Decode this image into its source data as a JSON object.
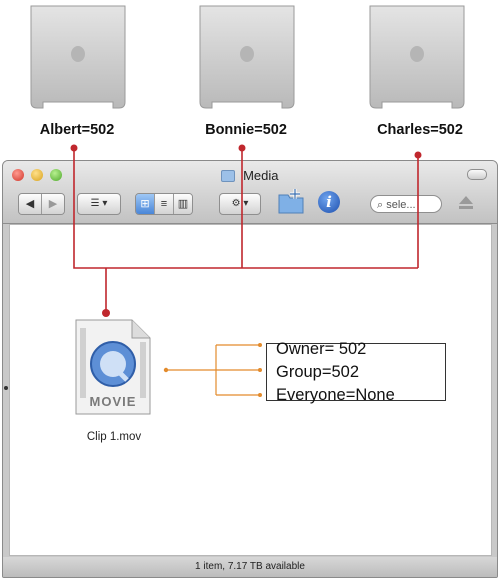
{
  "computers": [
    {
      "name": "Albert=502"
    },
    {
      "name": "Bonnie=502"
    },
    {
      "name": "Charles=502"
    }
  ],
  "window": {
    "title": "Media",
    "search_placeholder": "sele...",
    "status": "1 item, 7.17 TB available"
  },
  "file": {
    "name": "Clip 1.mov",
    "icon_label": "MOVIE"
  },
  "permissions": {
    "owner": "Owner= 502",
    "group": "Group=502",
    "everyone": "Everyone=None"
  },
  "colors": {
    "user_link": "#c0272d",
    "permission_link": "#e38b2c"
  }
}
